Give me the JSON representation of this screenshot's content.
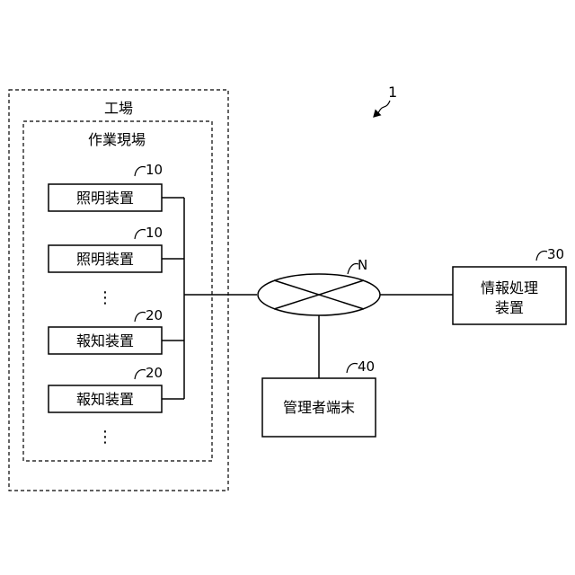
{
  "diagram": {
    "system_ref": "1",
    "factory": {
      "label": "工場"
    },
    "worksite": {
      "label": "作業現場"
    },
    "devices": [
      {
        "label": "照明装置",
        "ref": "10"
      },
      {
        "label": "照明装置",
        "ref": "10"
      },
      {
        "label": "報知装置",
        "ref": "20"
      },
      {
        "label": "報知装置",
        "ref": "20"
      }
    ],
    "ellipsis": "⋮",
    "network": {
      "ref": "N"
    },
    "info_processor": {
      "line1": "情報処理",
      "line2": "装置",
      "ref": "30"
    },
    "admin_terminal": {
      "label": "管理者端末",
      "ref": "40"
    }
  }
}
